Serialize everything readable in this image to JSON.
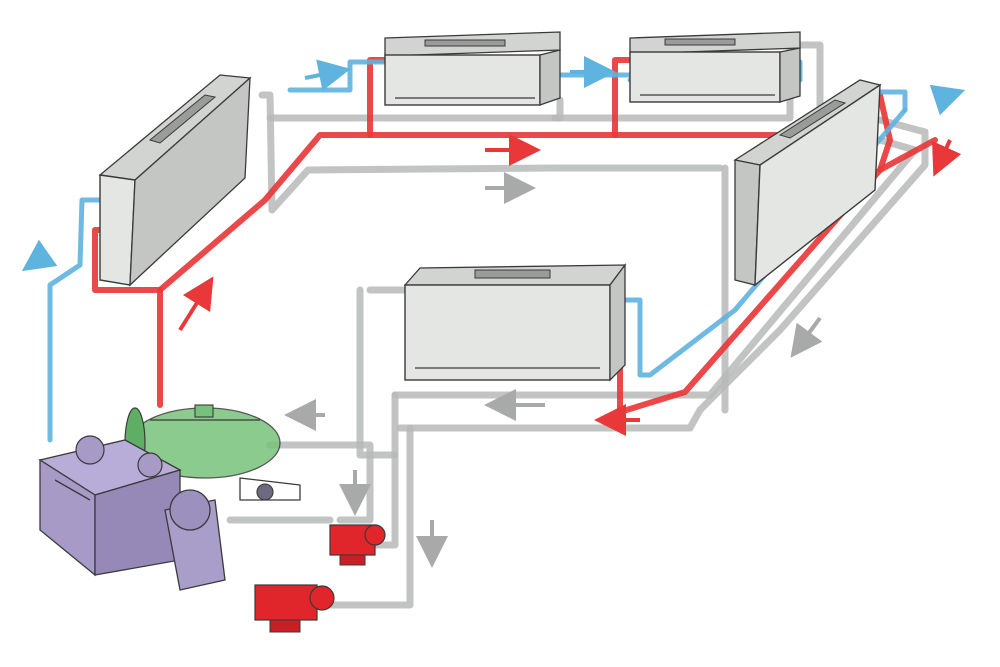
{
  "diagram": {
    "type": "hvac-chilled-water-loop-illustration",
    "style": "watercolor sketch",
    "colors": {
      "supply_pipe": "#e8383a",
      "return_pipe": "#5fb3df",
      "condenser_pipe": "#b7b9b8",
      "chiller": "#a79ac6",
      "tank": "#77c27a",
      "pump": "#e0252b",
      "fan_coil": "#e4e6e3"
    },
    "components": [
      {
        "name": "fan-coil-unit",
        "count": 5
      },
      {
        "name": "chiller",
        "count": 1
      },
      {
        "name": "expansion-tank",
        "count": 1
      },
      {
        "name": "circulation-pump",
        "count": 2
      }
    ],
    "flow_arrows": {
      "red": 4,
      "blue": 4,
      "grey": 6
    }
  }
}
